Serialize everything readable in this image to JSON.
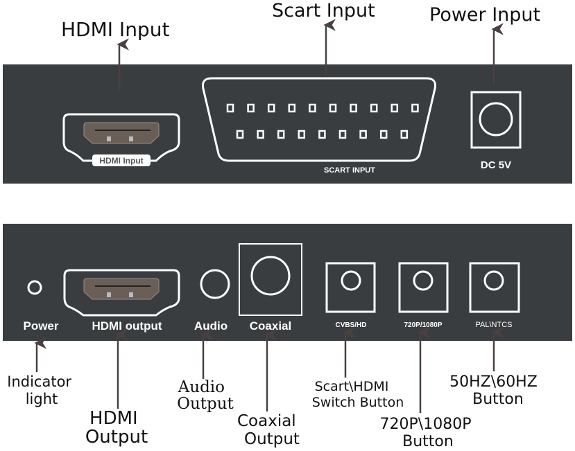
{
  "top_panel": {
    "callouts": {
      "hdmi_input": "HDMI Input",
      "scart_input": "Scart Input",
      "power_input": "Power Input"
    },
    "panel_labels": {
      "hdmi": "HDMI Input",
      "scart": "SCART INPUT",
      "dc": "DC 5V"
    }
  },
  "bottom_panel": {
    "panel_labels": {
      "power": "Power",
      "hdmi": "HDMI output",
      "audio": "Audio",
      "coaxial": "Coaxial",
      "cvbs": "CVBS/HD",
      "resolution": "720P/1080P",
      "pal": "PAL\\NTCS"
    },
    "callouts": {
      "indicator": [
        "Indicator",
        "light"
      ],
      "hdmi_output": [
        "HDMI",
        "Output"
      ],
      "audio_output": [
        "Audio",
        "Output"
      ],
      "coaxial_output": [
        "Coaxial",
        "Output"
      ],
      "switch_button": [
        "Scart\\HDMI",
        "Switch Button"
      ],
      "resolution_button": [
        "720P\\1080P",
        "Button"
      ],
      "hz_button": [
        "50HZ\\60HZ",
        "Button"
      ]
    }
  },
  "colors": {
    "panel": "#3a3d40",
    "arrow": "#4a4040"
  }
}
